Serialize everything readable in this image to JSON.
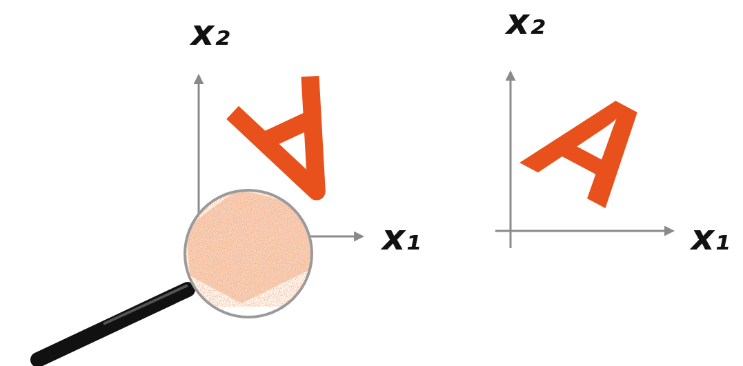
{
  "diagram": {
    "labels": [
      "x₂",
      "x₁",
      "x₂",
      "A",
      "x₁"
    ]
  }
}
